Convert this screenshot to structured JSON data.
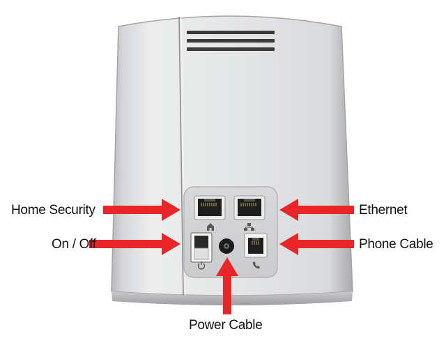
{
  "labels": {
    "home_security": "Home Security",
    "on_off": "On / Off",
    "ethernet": "Ethernet",
    "phone_cable": "Phone Cable",
    "power_cable": "Power Cable"
  },
  "colors": {
    "arrow": "#e8262a",
    "device_body": "#e3e4e6",
    "device_shadow": "#a7a8aa",
    "panel": "#d3d4d6",
    "port": "#202020"
  },
  "icons": {
    "home_port": "house-icon",
    "ethernet_port": "network-icon",
    "power_switch": "power-icon",
    "phone_port": "phone-icon"
  }
}
